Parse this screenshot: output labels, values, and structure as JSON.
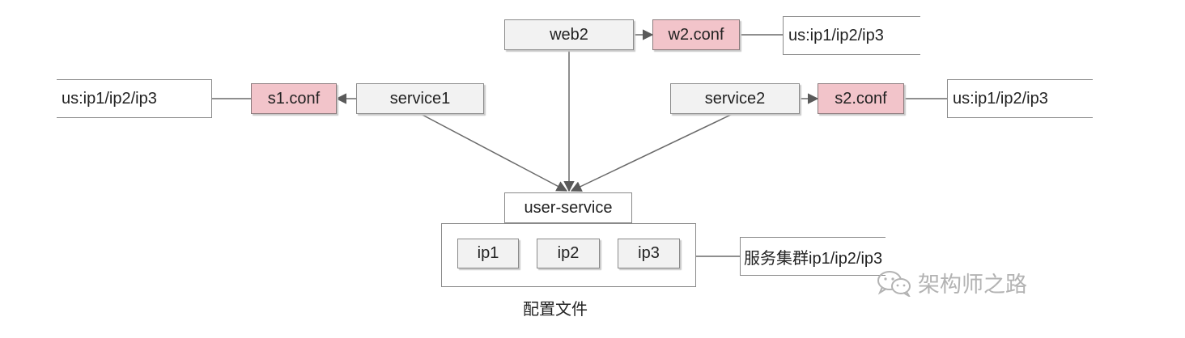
{
  "nodes": {
    "web2": "web2",
    "w2_conf": "w2.conf",
    "service1": "service1",
    "s1_conf": "s1.conf",
    "service2": "service2",
    "s2_conf": "s2.conf",
    "user_service": "user-service"
  },
  "annotations": {
    "w2_list": "us:ip1/ip2/ip3",
    "s1_list": "us:ip1/ip2/ip3",
    "s2_list": "us:ip1/ip2/ip3",
    "cluster_list": "服务集群ip1/ip2/ip3"
  },
  "cluster": {
    "ips": [
      "ip1",
      "ip2",
      "ip3"
    ],
    "caption": "配置文件"
  },
  "watermark": {
    "icon": "wechat-icon",
    "text": "架构师之路"
  },
  "colors": {
    "conf_fill": "#f2c4ca",
    "node_fill": "#f2f2f2",
    "line": "#7a7a7a"
  }
}
